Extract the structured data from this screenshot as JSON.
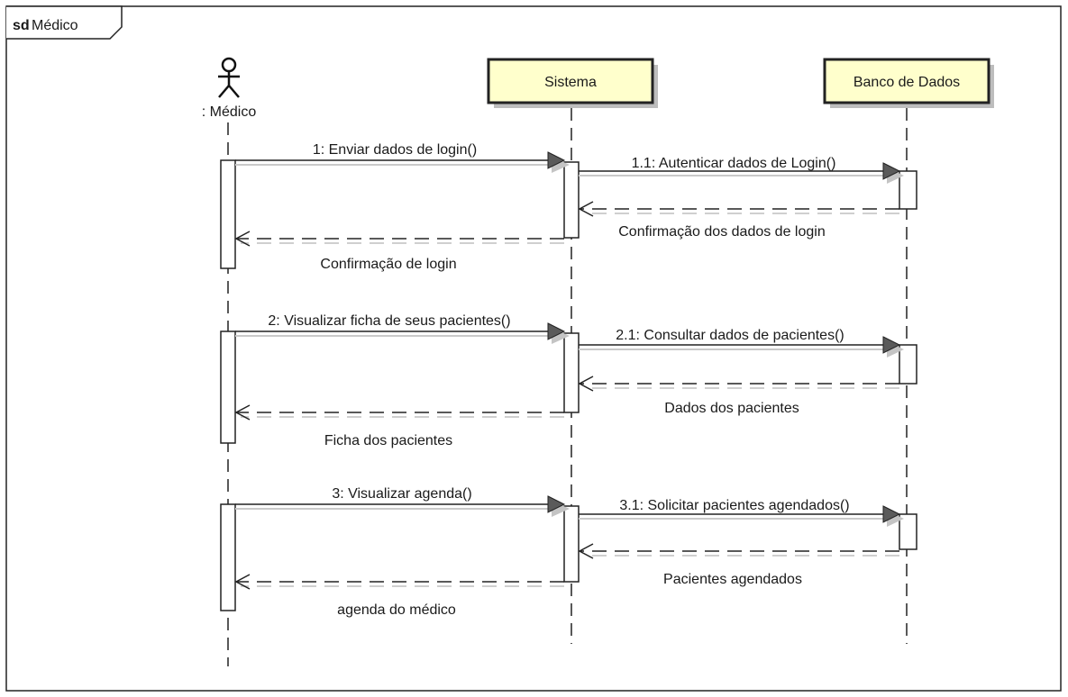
{
  "frame": {
    "keyword": "sd",
    "name": "Médico"
  },
  "lifelines": {
    "medico": {
      "label": ": Médico"
    },
    "sistema": {
      "label": "Sistema"
    },
    "banco": {
      "label": "Banco de Dados"
    }
  },
  "messages": {
    "m1": "1: Enviar dados de login()",
    "m1_1": "1.1: Autenticar dados de Login()",
    "r1_1": "Confirmação dos dados de login",
    "r1": "Confirmação de login",
    "m2": "2: Visualizar ficha de seus pacientes()",
    "m2_1": "2.1: Consultar dados de pacientes()",
    "r2_1": "Dados dos pacientes",
    "r2": "Ficha dos pacientes",
    "m3": "3: Visualizar agenda()",
    "m3_1": "3.1: Solicitar pacientes agendados()",
    "r3_1": "Pacientes agendados",
    "r3": "agenda do médico"
  },
  "colors": {
    "lifeline_box_fill": "#ffffcc",
    "line": "#222222",
    "arrowhead": "#5a5a5a"
  }
}
